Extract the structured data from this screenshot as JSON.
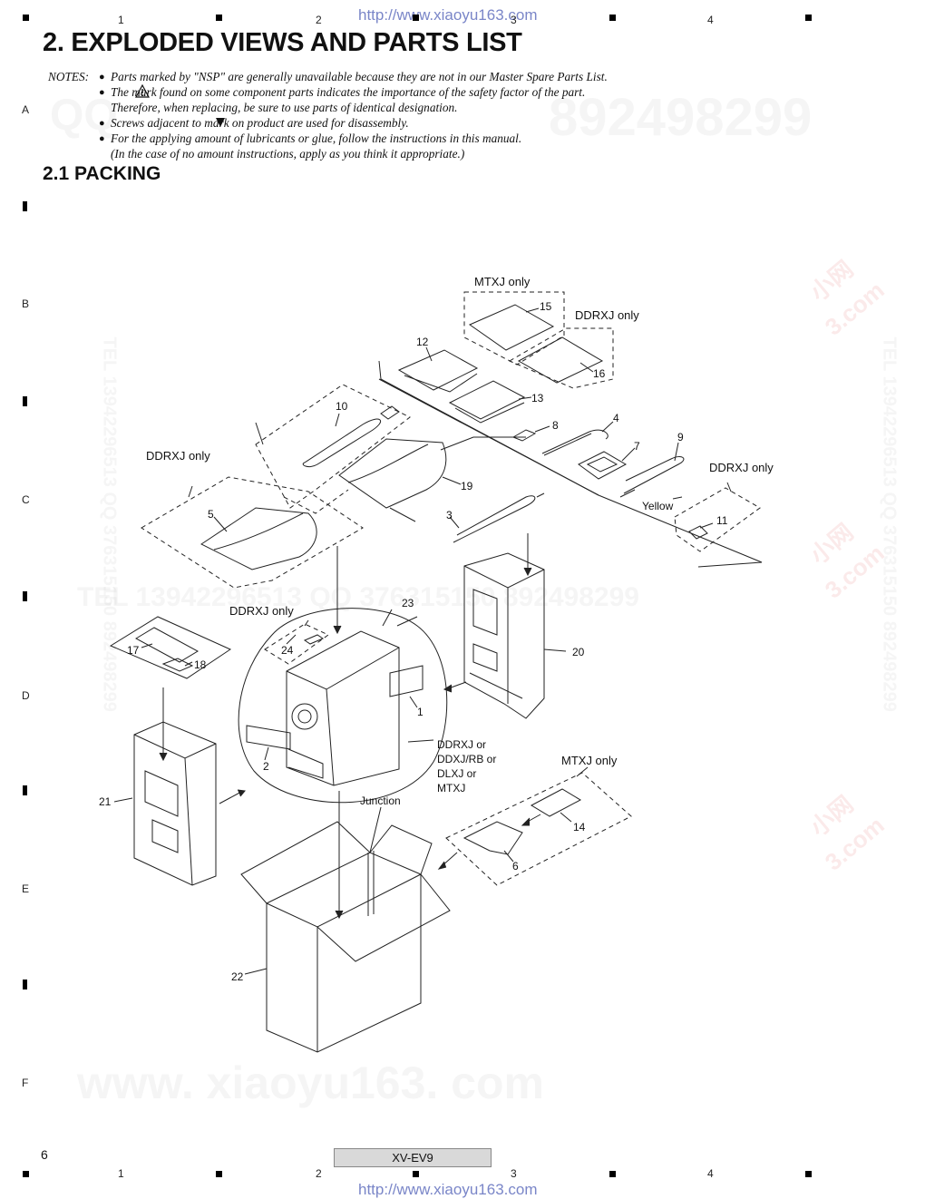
{
  "header": {
    "url": "http://www.xiaoyu163.com",
    "columns": [
      "1",
      "2",
      "3",
      "4"
    ]
  },
  "rows": [
    "A",
    "B",
    "C",
    "D",
    "E",
    "F"
  ],
  "title": "2. EXPLODED VIEWS AND PARTS LIST",
  "notes": {
    "label": "NOTES:",
    "items": [
      "Parts marked by \"NSP\" are generally unavailable because they are not in our Master Spare Parts List.",
      "The      mark found on some component parts indicates the importance of the safety factor of the part.",
      "Therefore, when replacing, be sure to use parts of identical designation.",
      "Screws adjacent to      mark on product are used for disassembly.",
      "For the applying amount of lubricants or glue, follow the instructions in this manual.",
      "(In the case of no amount instructions, apply as you think it appropriate.)"
    ]
  },
  "section": "2.1  PACKING",
  "diagram": {
    "group_labels": {
      "mtxj_top": "MTXJ only",
      "ddrxj_top": "DDRXJ only",
      "ddrxj_left": "DDRXJ only",
      "ddrxj_right": "DDRXJ only",
      "ddrxj_mid": "DDRXJ only",
      "mtxj_bottom": "MTXJ only"
    },
    "part_numbers": [
      "1",
      "2",
      "3",
      "4",
      "5",
      "6",
      "7",
      "8",
      "9",
      "10",
      "11",
      "12",
      "13",
      "14",
      "15",
      "16",
      "17",
      "18",
      "19",
      "20",
      "21",
      "22",
      "23",
      "24"
    ],
    "yellow": "Yellow",
    "junction": "Junction",
    "models": [
      "DDRXJ or",
      "DDXJ/RB or",
      "DLXJ or",
      "MTXJ"
    ]
  },
  "watermarks": {
    "qq_left": "QQ",
    "qq_right": "892498299",
    "tel_line": "TEL  13942296513       QQ  376315150  892498299",
    "www": "www. xiaoyu163. com",
    "vert_left": "TEL 13942296513 QQ 376315150 892498299",
    "vert_right": "TEL 13942296513 QQ 376315150 892498299",
    "cn_mark": "小网",
    "com_mark": "3.com"
  },
  "footer": {
    "page_number": "6",
    "model": "XV-EV9",
    "url": "http://www.xiaoyu163.com"
  }
}
